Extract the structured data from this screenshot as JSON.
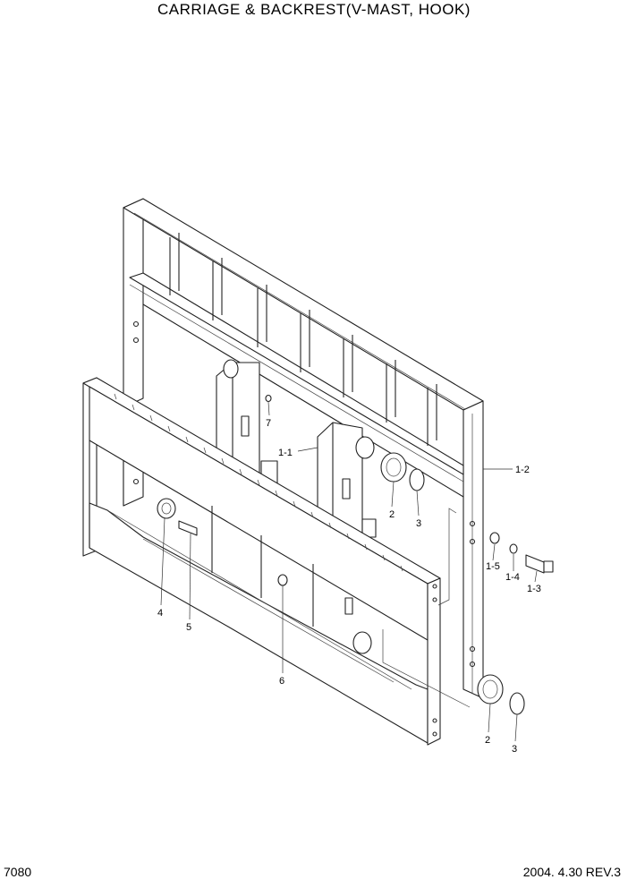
{
  "title": "CARRIAGE & BACKREST(V-MAST, HOOK)",
  "page_number": "7080",
  "revision": "2004. 4.30 REV.3",
  "callouts": [
    {
      "id": "1-1",
      "label": "1-1"
    },
    {
      "id": "1-2",
      "label": "1-2"
    },
    {
      "id": "1-3",
      "label": "1-3"
    },
    {
      "id": "1-4",
      "label": "1-4"
    },
    {
      "id": "1-5",
      "label": "1-5"
    },
    {
      "id": "2a",
      "label": "2"
    },
    {
      "id": "2b",
      "label": "2"
    },
    {
      "id": "3a",
      "label": "3"
    },
    {
      "id": "3b",
      "label": "3"
    },
    {
      "id": "4",
      "label": "4"
    },
    {
      "id": "5",
      "label": "5"
    },
    {
      "id": "6",
      "label": "6"
    },
    {
      "id": "7",
      "label": "7"
    }
  ]
}
